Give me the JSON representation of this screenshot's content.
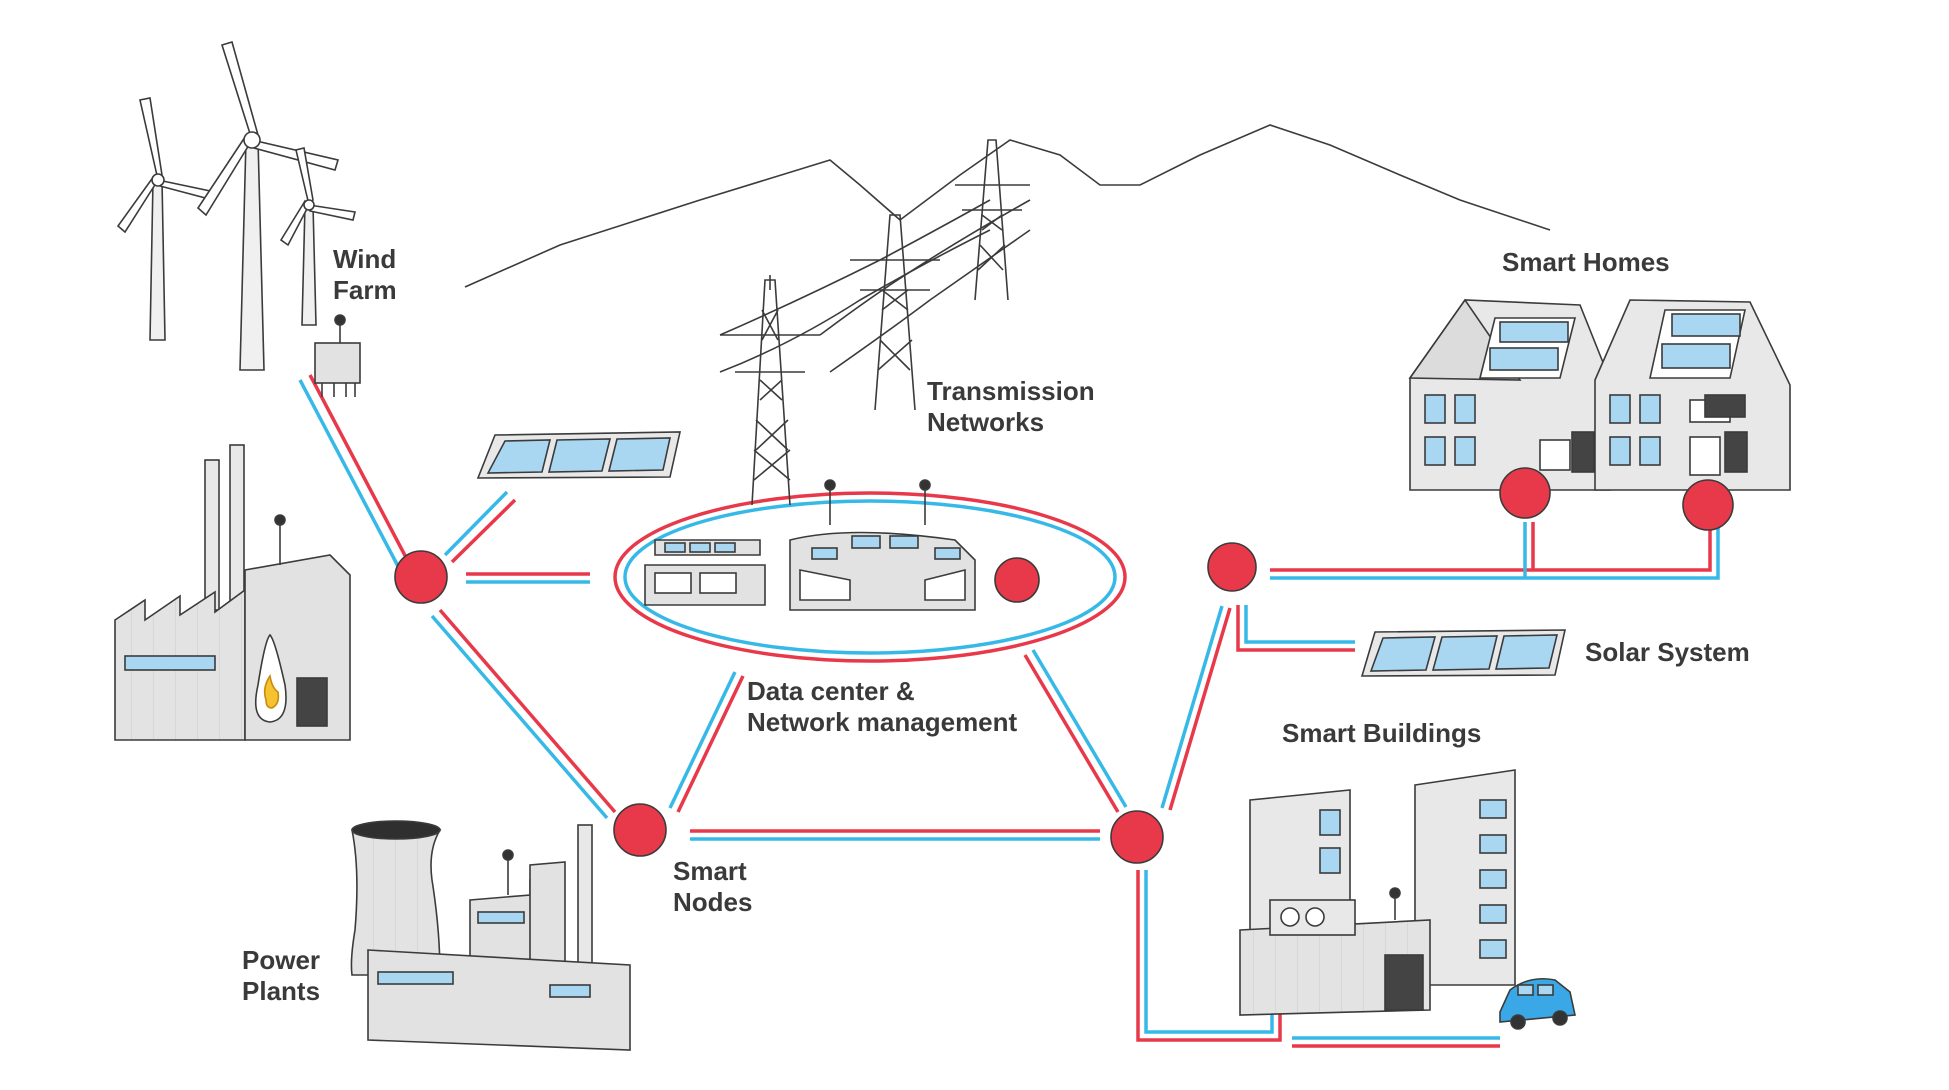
{
  "labels": {
    "wind_farm": [
      "Wind",
      "Farm"
    ],
    "power_plants": [
      "Power",
      "Plants"
    ],
    "transmission": [
      "Transmission",
      "Networks"
    ],
    "data_center": [
      "Data center &",
      "Network management"
    ],
    "smart_nodes": [
      "Smart",
      "Nodes"
    ],
    "smart_homes": "Smart Homes",
    "solar_system": "Solar System",
    "smart_buildings": "Smart Buildings"
  },
  "colors": {
    "node_red": "#e8394a",
    "line_red": "#e8394a",
    "line_blue": "#37b9e8",
    "panel_blue": "#a9d7f2",
    "building_grey": "#e2e2e2",
    "outline": "#3b3b3b",
    "car_blue": "#3aa8e6"
  }
}
